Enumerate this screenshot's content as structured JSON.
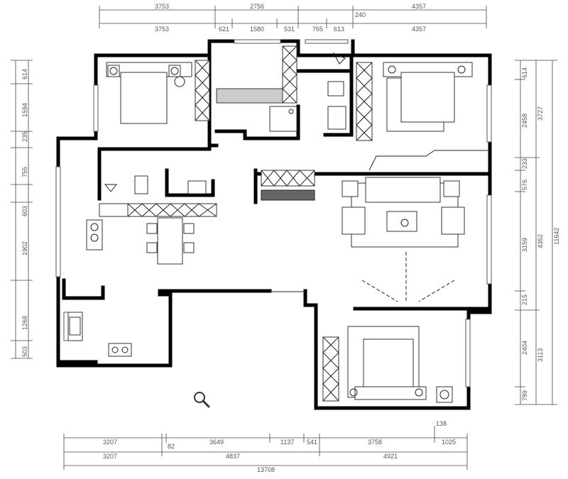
{
  "dims_top": {
    "row1": [
      "3753",
      "621",
      "1580",
      "531",
      "765",
      "613",
      "4357"
    ],
    "row0_partial": [
      "3753",
      "2756",
      "240",
      "4357"
    ]
  },
  "dims_bottom": {
    "row1": [
      "3207",
      "82",
      "3649",
      "1137",
      "541",
      "3758",
      "1025"
    ],
    "row1_extra": "138",
    "row2": [
      "3207",
      "4837",
      "4921"
    ],
    "total": "13708"
  },
  "dims_right": {
    "inner": [
      "614",
      "2458",
      "233",
      "576",
      "3159",
      "215",
      "2404",
      "789"
    ],
    "outer": [
      "3727",
      "4352",
      "3113"
    ],
    "total": "11642"
  },
  "dims_left": {
    "inner": [
      "614",
      "1594",
      "235",
      "755",
      "603",
      "1902",
      "1268",
      "503"
    ]
  },
  "icons": {
    "zoom": "magnifier-icon"
  }
}
